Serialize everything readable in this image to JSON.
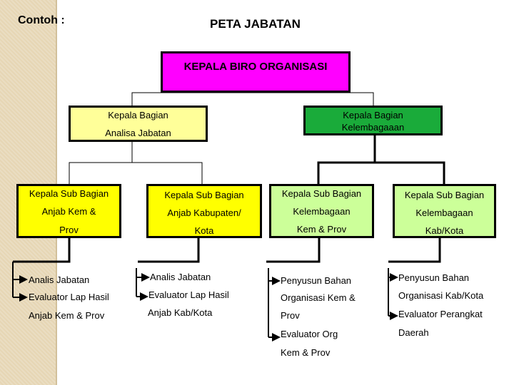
{
  "label": "Contoh :",
  "title": "PETA JABATAN",
  "colors": {
    "top": "#ff00ff",
    "bagian_left": "#ffff99",
    "bagian_right": "#1aab3a",
    "sub_left": "#ffff00",
    "sub_right": "#ccff99"
  },
  "top_box": "KEPALA  BIRO ORGANISASI",
  "bagian": [
    {
      "lines": [
        "Kepala Bagian",
        "Analisa Jabatan"
      ]
    },
    {
      "lines": [
        "Kepala Bagian",
        "Kelembagaaan"
      ]
    }
  ],
  "sub_bagian": [
    {
      "lines": [
        "Kepala Sub Bagian",
        "Anjab Kem &",
        "Prov"
      ]
    },
    {
      "lines": [
        "Kepala Sub Bagian",
        "Anjab Kabupaten/",
        "Kota"
      ]
    },
    {
      "lines": [
        "Kepala Sub Bagian",
        "Kelembagaan",
        "Kem & Prov"
      ]
    },
    {
      "lines": [
        "Kepala Sub Bagian",
        "Kelembagaan",
        "Kab/Kota"
      ]
    }
  ],
  "staff": [
    [
      "Analis Jabatan",
      "Evaluator Lap Hasil",
      "Anjab  Kem & Prov"
    ],
    [
      "Analis Jabatan",
      "Evaluator Lap Hasil",
      "Anjab  Kab/Kota"
    ],
    [
      "Penyusun Bahan",
      "Organisasi Kem &",
      "Prov",
      "Evaluator  Org",
      "Kem & Prov"
    ],
    [
      "Penyusun Bahan",
      "Organisasi Kab/Kota",
      "Evaluator Perangkat",
      "Daerah"
    ]
  ]
}
